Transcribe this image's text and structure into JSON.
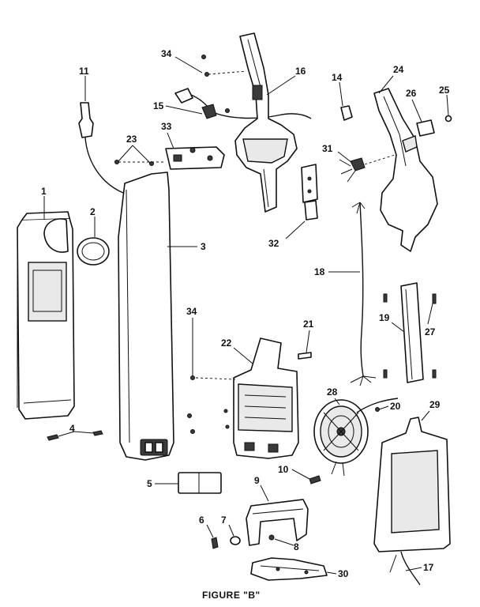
{
  "figure": {
    "caption": "FIGURE \"B\""
  },
  "callouts": [
    {
      "id": "c1",
      "label": "1"
    },
    {
      "id": "c2",
      "label": "2"
    },
    {
      "id": "c3",
      "label": "3"
    },
    {
      "id": "c4",
      "label": "4"
    },
    {
      "id": "c5",
      "label": "5"
    },
    {
      "id": "c6",
      "label": "6"
    },
    {
      "id": "c7",
      "label": "7"
    },
    {
      "id": "c8",
      "label": "8"
    },
    {
      "id": "c9",
      "label": "9"
    },
    {
      "id": "c10",
      "label": "10"
    },
    {
      "id": "c11",
      "label": "11"
    },
    {
      "id": "c14",
      "label": "14"
    },
    {
      "id": "c15",
      "label": "15"
    },
    {
      "id": "c16",
      "label": "16"
    },
    {
      "id": "c17",
      "label": "17"
    },
    {
      "id": "c18",
      "label": "18"
    },
    {
      "id": "c19",
      "label": "19"
    },
    {
      "id": "c20",
      "label": "20"
    },
    {
      "id": "c21",
      "label": "21"
    },
    {
      "id": "c22",
      "label": "22"
    },
    {
      "id": "c23",
      "label": "23"
    },
    {
      "id": "c24",
      "label": "24"
    },
    {
      "id": "c25",
      "label": "25"
    },
    {
      "id": "c26",
      "label": "26"
    },
    {
      "id": "c27",
      "label": "27"
    },
    {
      "id": "c28",
      "label": "28"
    },
    {
      "id": "c29",
      "label": "29"
    },
    {
      "id": "c30",
      "label": "30"
    },
    {
      "id": "c31",
      "label": "31"
    },
    {
      "id": "c32",
      "label": "32"
    },
    {
      "id": "c33",
      "label": "33"
    },
    {
      "id": "c34a",
      "label": "34"
    },
    {
      "id": "c34b",
      "label": "34"
    }
  ]
}
